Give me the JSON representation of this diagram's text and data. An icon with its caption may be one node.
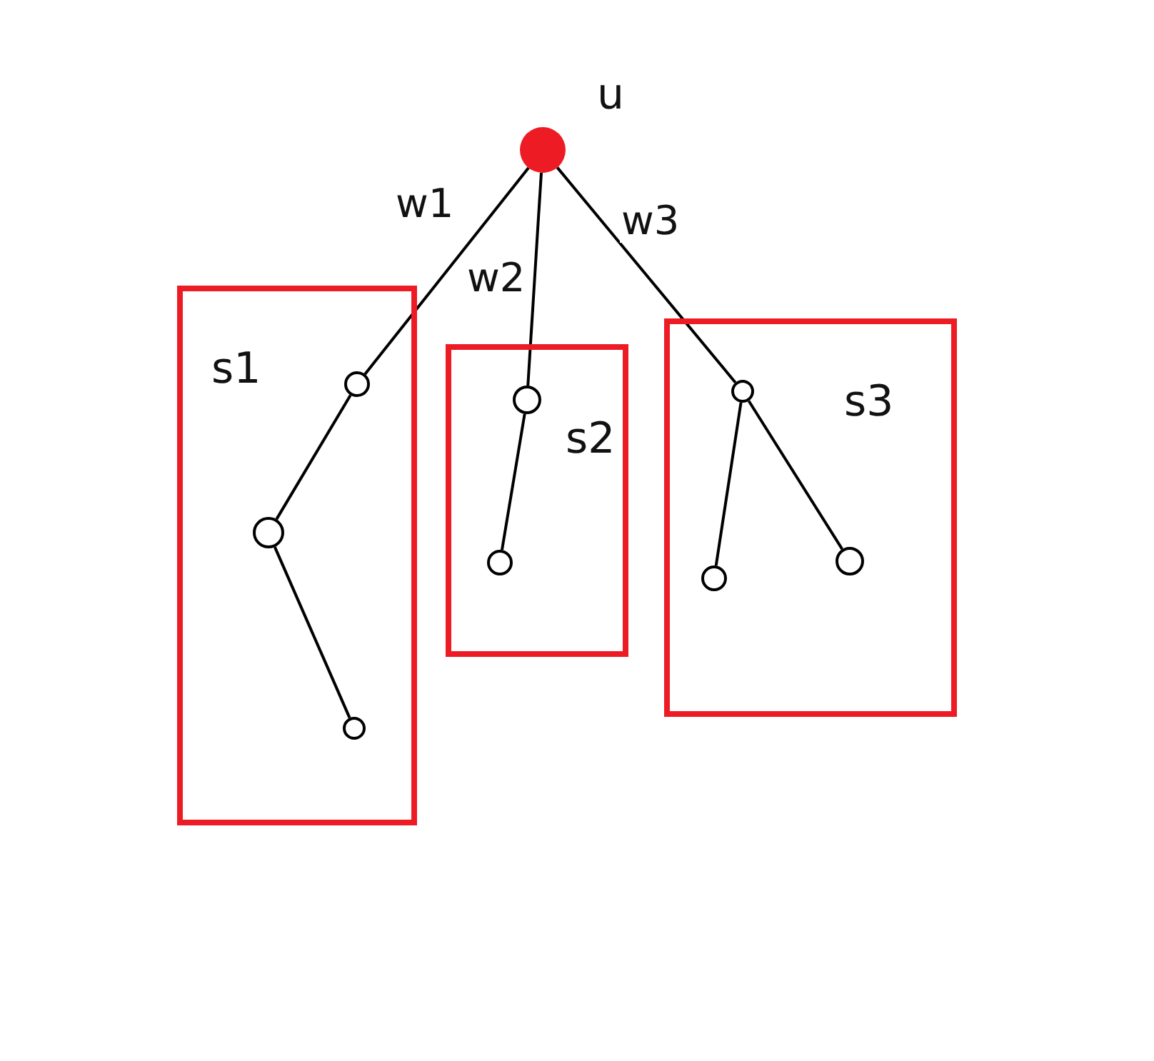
{
  "diagram": {
    "nodes": [
      {
        "text": [],
        "shape": "circle",
        "beside": [
          "u"
        ]
      },
      {
        "text": [
          "s1"
        ]
      },
      {
        "text": [],
        "shape": "circle",
        "in": 1
      },
      {
        "text": [],
        "shape": "circle",
        "in": 1
      },
      {
        "text": [],
        "shape": "circle",
        "in": 1
      },
      {
        "text": [
          "s2"
        ]
      },
      {
        "text": [],
        "shape": "circle",
        "in": 5
      },
      {
        "text": [],
        "shape": "circle",
        "in": 5
      },
      {
        "text": [
          "s3"
        ]
      },
      {
        "text": [],
        "shape": "circle",
        "in": 8
      },
      {
        "text": [],
        "shape": "circle",
        "in": 8
      },
      {
        "text": [],
        "shape": "circle",
        "in": 8
      }
    ],
    "edges": [
      {
        "from": 0,
        "to": 2,
        "arrow": "none",
        "label": "w1"
      },
      {
        "from": 0,
        "to": 6,
        "arrow": "none",
        "label": "w2"
      },
      {
        "from": 0,
        "to": 9,
        "arrow": "none",
        "label": "w3"
      },
      {
        "from": 2,
        "to": 3,
        "arrow": "none"
      },
      {
        "from": 3,
        "to": 4,
        "arrow": "none"
      },
      {
        "from": 6,
        "to": 7,
        "arrow": "none"
      },
      {
        "from": 9,
        "to": 10,
        "arrow": "none"
      },
      {
        "from": 9,
        "to": 11,
        "arrow": "none"
      }
    ]
  }
}
